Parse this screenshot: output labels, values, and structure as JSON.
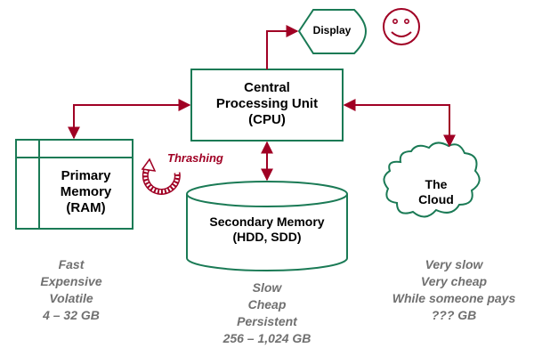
{
  "colors": {
    "box_stroke": "#1a7a55",
    "arrow": "#a00024",
    "desc_text": "#707070"
  },
  "nodes": {
    "cpu": {
      "lines": [
        "Central",
        "Processing Unit",
        "(CPU)"
      ]
    },
    "display": {
      "label": "Display"
    },
    "ram": {
      "lines": [
        "Primary",
        "Memory",
        "(RAM)"
      ]
    },
    "secondary": {
      "lines": [
        "Secondary Memory",
        "(HDD, SDD)"
      ]
    },
    "cloud": {
      "lines": [
        "The",
        "Cloud"
      ]
    },
    "smiley": {
      "icon": "smiley-face-icon"
    }
  },
  "thrashing": {
    "label": "Thrashing",
    "icon": "circular-arrow-icon"
  },
  "descriptions": {
    "ram": [
      "Fast",
      "Expensive",
      "Volatile",
      "4 – 32 GB"
    ],
    "secondary": [
      "Slow",
      "Cheap",
      "Persistent",
      "256 – 1,024 GB"
    ],
    "cloud": [
      "Very slow",
      "Very cheap",
      "While someone pays",
      "??? GB"
    ]
  }
}
